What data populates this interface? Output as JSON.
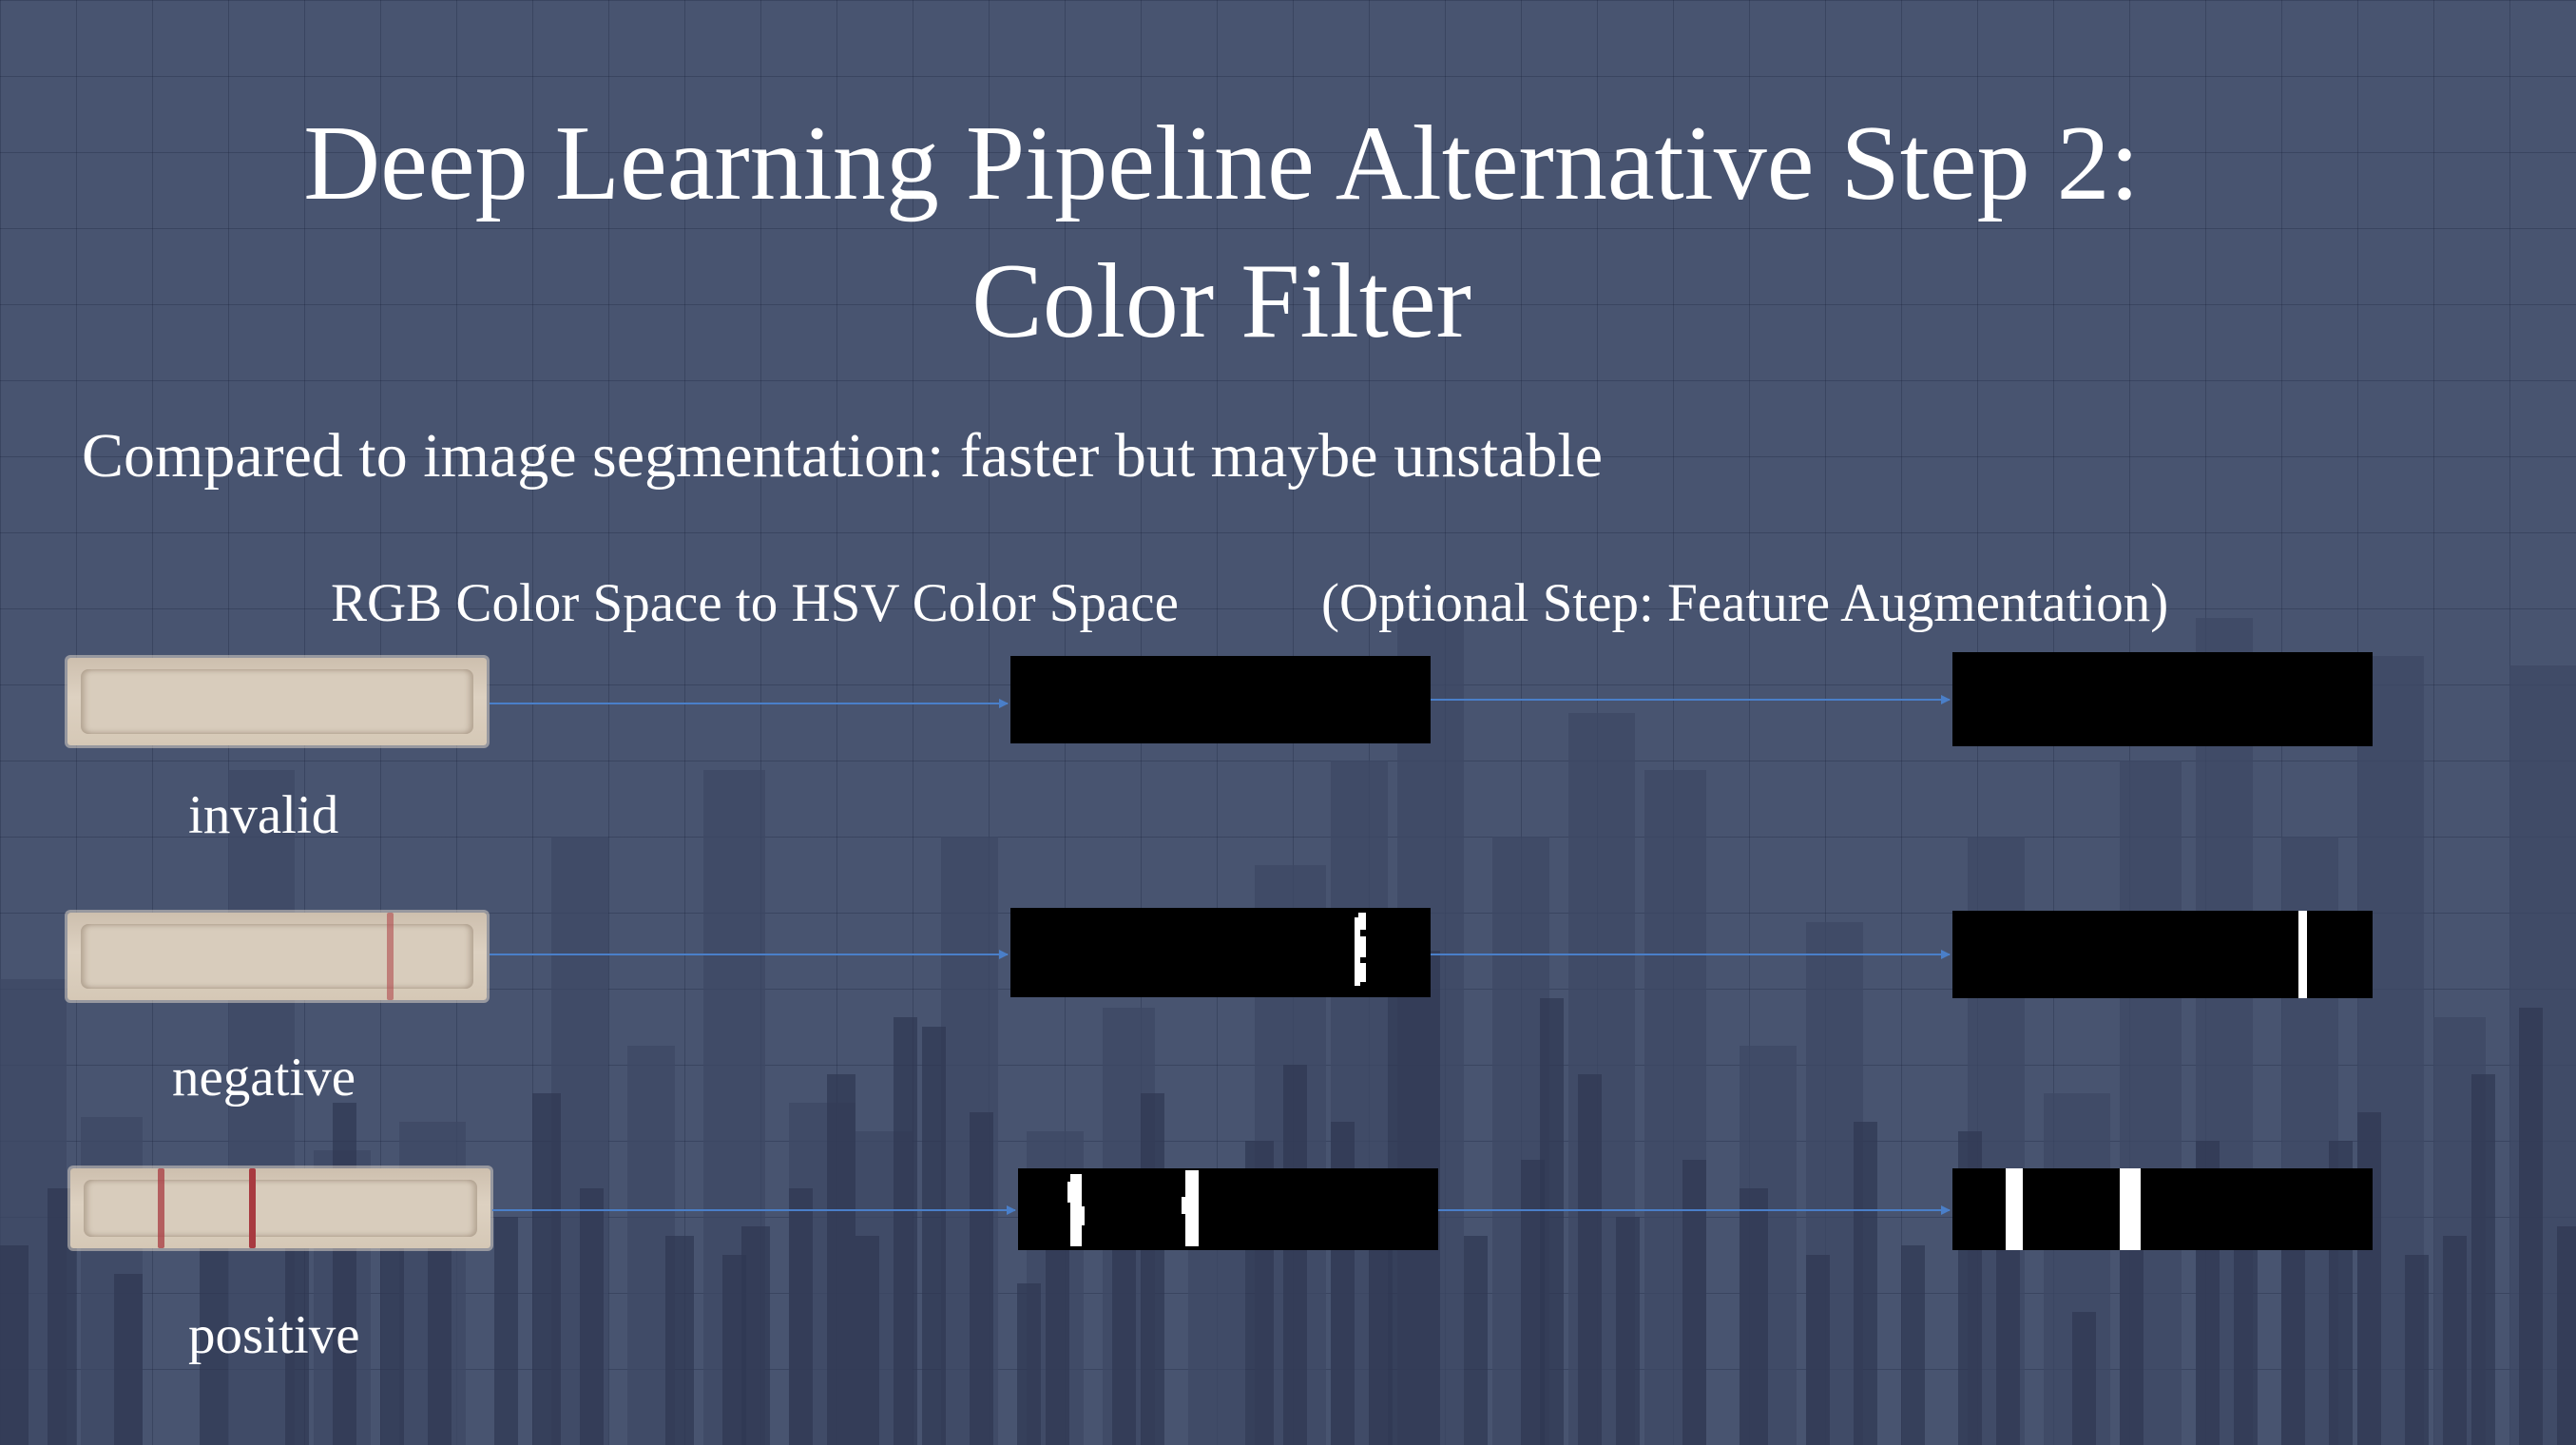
{
  "slide": {
    "title_line1": "Deep Learning Pipeline Alternative Step 2:",
    "title_line2": "Color Filter",
    "subtitle": "Compared to image segmentation: faster but maybe unstable",
    "column_heading_1": "RGB Color Space to HSV Color Space",
    "column_heading_2": "(Optional Step: Feature Augmentation)"
  },
  "rows": [
    {
      "label": "invalid",
      "strip_line_color": "#a8464a"
    },
    {
      "label": "negative",
      "strip_line_color": "#b04a4c"
    },
    {
      "label": "positive",
      "strip_line_color": "#a83a40"
    }
  ],
  "colors": {
    "background": "#485470",
    "arrow": "#4a7fc9",
    "binary_bg": "#000000",
    "binary_fg": "#ffffff"
  }
}
